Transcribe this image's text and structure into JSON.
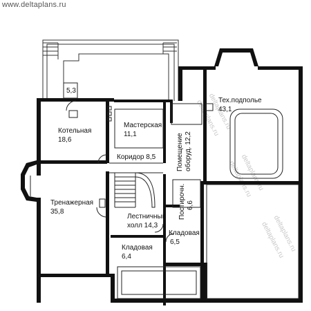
{
  "site": {
    "label": "www.deltaplans.ru",
    "watermark": "deltaplans.ru"
  },
  "rooms": [
    {
      "id": "storage-small",
      "lines": [
        "5,3"
      ]
    },
    {
      "id": "boiler",
      "lines": [
        "Котельная",
        "18,6"
      ]
    },
    {
      "id": "workshop",
      "lines": [
        "Мастерская",
        "11,1"
      ]
    },
    {
      "id": "corridor",
      "lines": [
        "Коридор 8,5"
      ]
    },
    {
      "id": "equipment",
      "lines": [
        "Помещение",
        "оборуд. 12,2"
      ]
    },
    {
      "id": "tech-basement",
      "lines": [
        "Тех.подполье",
        "43,1"
      ]
    },
    {
      "id": "gym",
      "lines": [
        "Тренажерная",
        "35,8"
      ]
    },
    {
      "id": "stair-hall",
      "lines": [
        "Лестничный",
        "холл 14,3"
      ]
    },
    {
      "id": "laundry",
      "lines": [
        "Постирочн.",
        "6,6"
      ]
    },
    {
      "id": "pantry-right",
      "lines": [
        "Кладовая",
        "6,5"
      ]
    },
    {
      "id": "pantry-left",
      "lines": [
        "Кладовая",
        "6,4"
      ]
    }
  ]
}
